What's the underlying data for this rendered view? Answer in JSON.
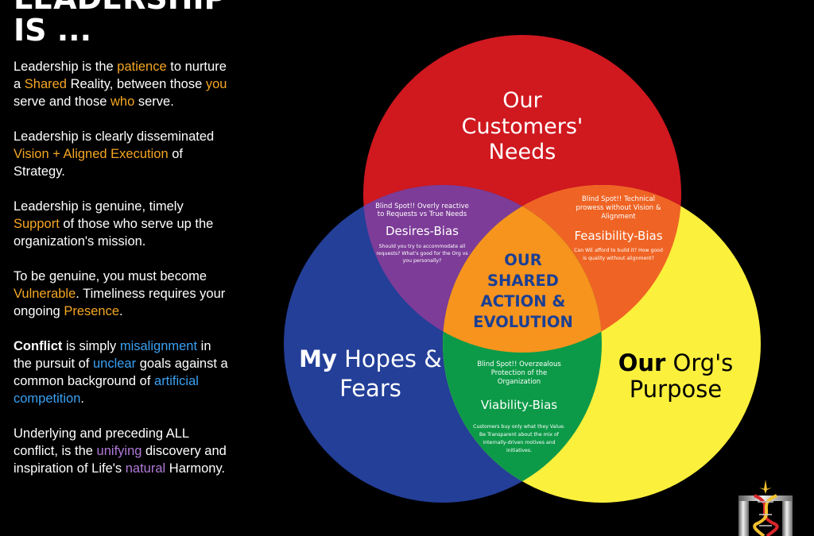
{
  "heading": {
    "line1": "LEADERSHIP",
    "line2": "IS ..."
  },
  "paragraphs": [
    [
      {
        "t": "Leadership is the ",
        "c": ""
      },
      {
        "t": "patience",
        "c": "hl-orange"
      },
      {
        "t": " to nurture a ",
        "c": ""
      },
      {
        "t": "Shared",
        "c": "hl-orange"
      },
      {
        "t": " Reality, between those ",
        "c": ""
      },
      {
        "t": "you",
        "c": "hl-orange"
      },
      {
        "t": " serve and those ",
        "c": ""
      },
      {
        "t": "who",
        "c": "hl-orange"
      },
      {
        "t": " serve.",
        "c": ""
      }
    ],
    [
      {
        "t": "Leadership is clearly disseminated ",
        "c": ""
      },
      {
        "t": "Vision + Aligned Execution",
        "c": "hl-orange"
      },
      {
        "t": " of Strategy.",
        "c": ""
      }
    ],
    [
      {
        "t": "Leadership is genuine, timely ",
        "c": ""
      },
      {
        "t": "Support",
        "c": "hl-orange"
      },
      {
        "t": " of those who serve up the organization's mission.",
        "c": ""
      }
    ],
    [
      {
        "t": "To be genuine, you must become ",
        "c": ""
      },
      {
        "t": "Vulnerable",
        "c": "hl-orange"
      },
      {
        "t": ".   Timeliness requires your ongoing ",
        "c": ""
      },
      {
        "t": "Presence",
        "c": "hl-orange"
      },
      {
        "t": ".",
        "c": ""
      }
    ],
    [
      {
        "t": "Conflict",
        "c": "bold"
      },
      {
        "t": " is simply ",
        "c": ""
      },
      {
        "t": "misalignment",
        "c": "hl-blue"
      },
      {
        "t": " in the pursuit of ",
        "c": ""
      },
      {
        "t": "unclear",
        "c": "hl-blue"
      },
      {
        "t": " goals against a common background of ",
        "c": ""
      },
      {
        "t": "artificial competition",
        "c": "hl-blue"
      },
      {
        "t": ".",
        "c": ""
      }
    ],
    [
      {
        "t": "Underlying and preceding ALL conflict, is the ",
        "c": ""
      },
      {
        "t": "unifying",
        "c": "hl-purple"
      },
      {
        "t": " discovery and inspiration of Life's ",
        "c": ""
      },
      {
        "t": "natural",
        "c": "hl-purple"
      },
      {
        "t": " Harmony.",
        "c": ""
      }
    ]
  ],
  "venn": {
    "colors": {
      "red": "#d0181f",
      "blue": "#233f98",
      "yellow": "#fbf03c",
      "purple": "#7d3c98",
      "orange_red": "#ef6424",
      "green": "#0d9a48",
      "center": "#f7941d"
    },
    "customers": {
      "l1": "Our",
      "l2": "Customers'",
      "l3": "Needs"
    },
    "hopes": {
      "bold": "My",
      "rest": " Hopes &",
      "l2": "Fears"
    },
    "purpose": {
      "bold": "Our",
      "rest": " Org's",
      "l2": "Purpose"
    },
    "desires": {
      "blind1": "Blind Spot!! Overly reactive",
      "blind2": "to Requests vs True Needs",
      "title": "Desires-Bias",
      "q1": "Should you try to accommodate all",
      "q2": "requests?  What's good for the Org vs",
      "q3": "you personally?"
    },
    "feasibility": {
      "blind1": "Blind Spot!!  Technical",
      "blind2": "prowess without Vision &",
      "blind3": "Alignment",
      "title": "Feasibility-Bias",
      "q1": "Can WE afford to build it?  How good",
      "q2": "is quality without alignment?"
    },
    "viability": {
      "blind1": "Blind Spot!! Overzealous",
      "blind2": "Protection of the",
      "blind3": "Organization",
      "title": "Viability-Bias",
      "q1": "Customers buy only what they Value.",
      "q2": "Be Transparent about the mix of",
      "q3": "internally-driven motives and",
      "q4": "initiatives."
    },
    "center": {
      "l1": "OUR",
      "l2": "SHARED",
      "l3": "ACTION &",
      "l4": "EVOLUTION"
    }
  }
}
